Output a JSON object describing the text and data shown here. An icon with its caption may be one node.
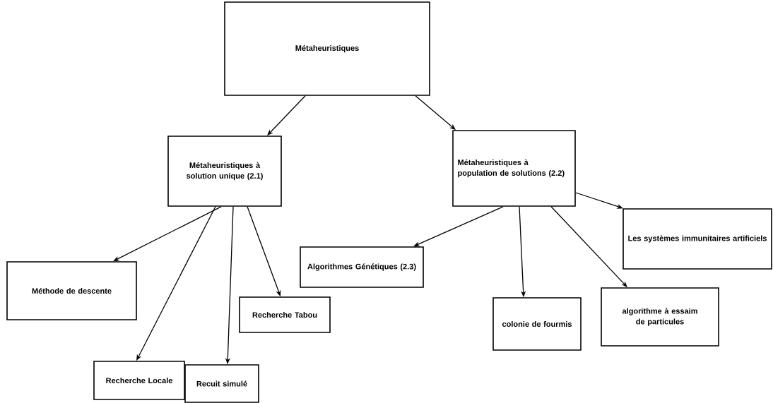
{
  "diagram": {
    "nodes": [
      {
        "text": [
          "Métaheuristiques"
        ]
      },
      {
        "text": [
          "Métaheuristiques à solution unique (2.1)"
        ]
      },
      {
        "text": [
          "Métaheuristiques à population de solutions (2.2)"
        ]
      },
      {
        "text": [
          "Méthode de descente"
        ]
      },
      {
        "text": [
          "Recherche Locale"
        ]
      },
      {
        "text": [
          "Recuit simulé"
        ]
      },
      {
        "text": [
          "Recherche Tabou"
        ]
      },
      {
        "text": [
          "Algorithmes Génétiques (2.3)"
        ]
      },
      {
        "text": [
          "colonie de fourmis"
        ]
      },
      {
        "text": [
          "algorithme à essaim de particules"
        ]
      },
      {
        "text": [
          "Les systèmes immunitaires artificiels"
        ]
      }
    ],
    "edges": [
      {
        "from": 0,
        "to": 1,
        "arrow": "to"
      },
      {
        "from": 0,
        "to": 2,
        "arrow": "to"
      },
      {
        "from": 1,
        "to": 3,
        "arrow": "to"
      },
      {
        "from": 1,
        "to": 4,
        "arrow": "to"
      },
      {
        "from": 1,
        "to": 5,
        "arrow": "to"
      },
      {
        "from": 1,
        "to": 6,
        "arrow": "to"
      },
      {
        "from": 2,
        "to": 7,
        "arrow": "to"
      },
      {
        "from": 2,
        "to": 8,
        "arrow": "to"
      },
      {
        "from": 2,
        "to": 9,
        "arrow": "to"
      },
      {
        "from": 2,
        "to": 10,
        "arrow": "to"
      }
    ]
  }
}
